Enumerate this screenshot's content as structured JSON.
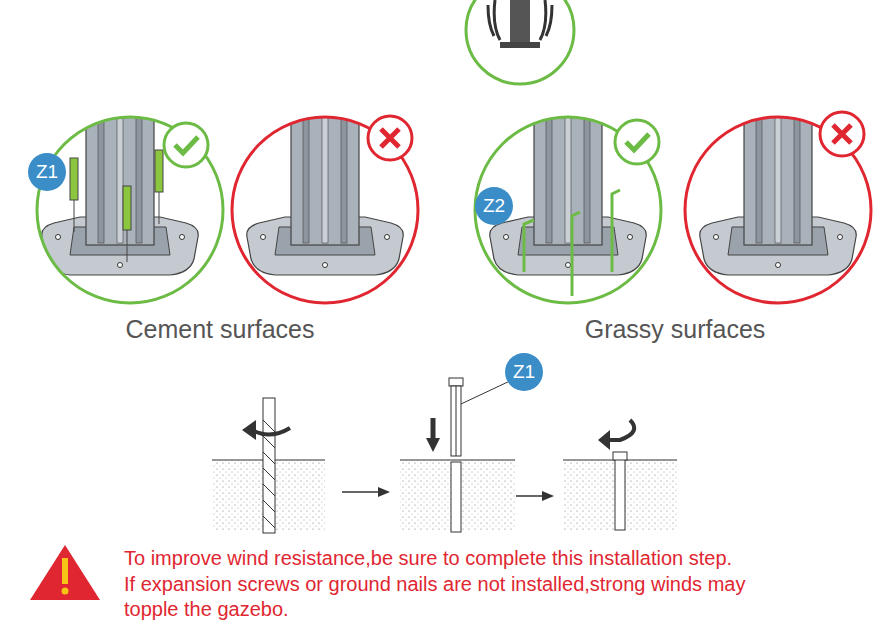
{
  "diagram": {
    "nodes": [
      {
        "text": [
          "Z1"
        ]
      },
      {
        "text": [
          "Z2"
        ]
      },
      {
        "text": [
          "Z1"
        ]
      }
    ],
    "labels": [
      "Cement surfaces",
      "Grassy surfaces",
      "To improve wind resistance,be sure to complete this installation step.",
      "If expansion screws or ground nails are not installed,strong winds may topple the gazebo."
    ]
  }
}
